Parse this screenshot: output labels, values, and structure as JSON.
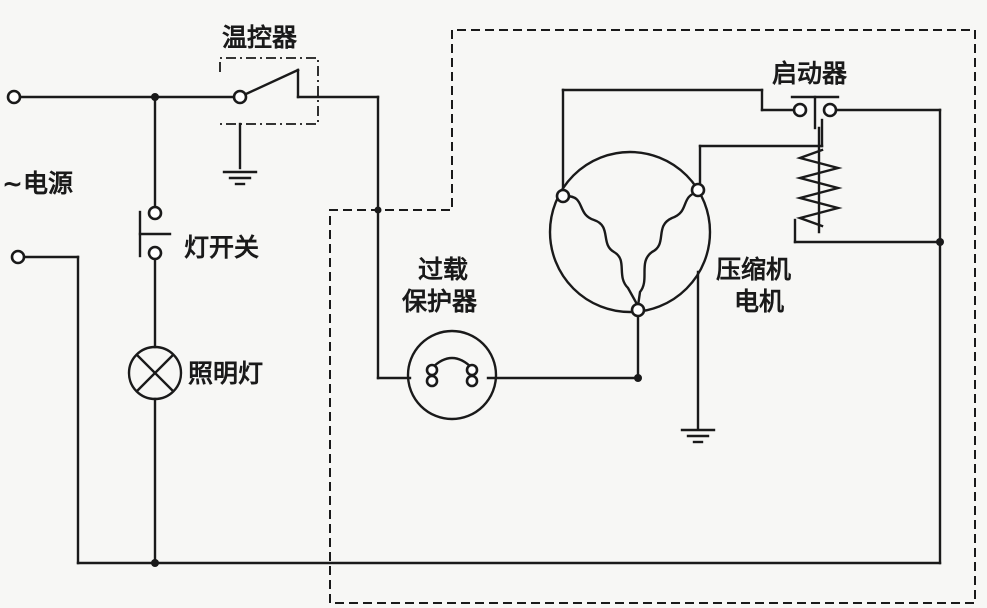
{
  "labels": {
    "thermostat": "温控器",
    "power_source": "~电源",
    "light_switch": "灯开关",
    "lamp": "照明灯",
    "overload_line1": "过载",
    "overload_line2": "保护器",
    "starter": "启动器",
    "compressor_line1": "压缩机",
    "compressor_line2": "电机"
  }
}
